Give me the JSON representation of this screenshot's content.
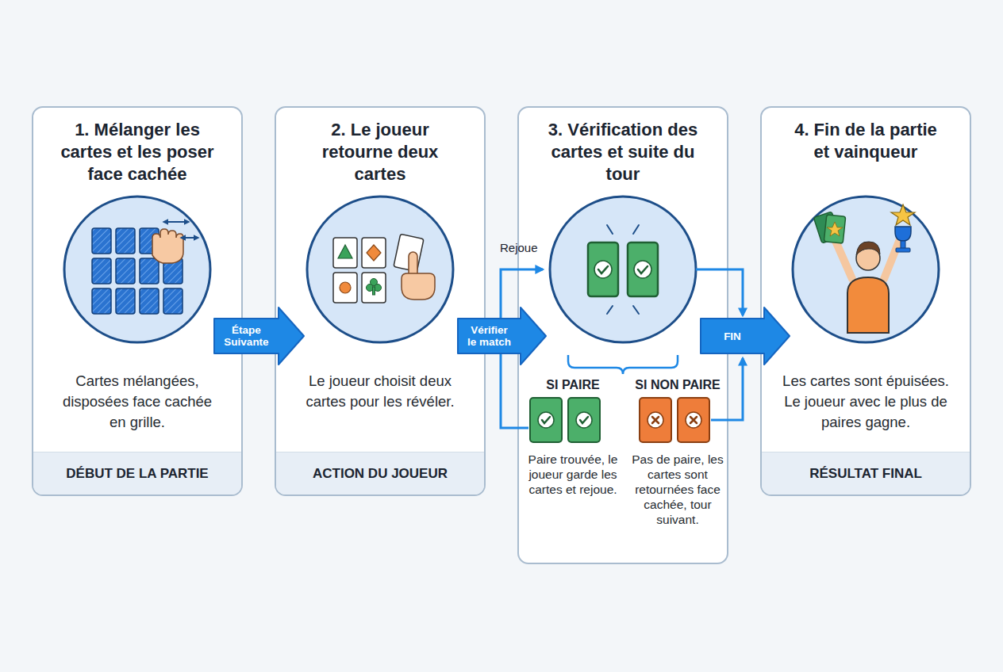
{
  "diagram": {
    "nodes": [
      {
        "text": [
          "1. Mélanger les cartes et les poser face cachée",
          "Cartes mélangées, disposées face cachée en grille."
        ]
      },
      {
        "text": [
          "DÉBUT DE LA PARTIE"
        ],
        "in": 0
      },
      {
        "text": [
          "2. Le joueur retourne deux cartes",
          "Le joueur choisit deux cartes pour les révéler."
        ]
      },
      {
        "text": [
          "ACTION DU JOUEUR"
        ],
        "in": 2
      },
      {
        "text": [
          "3. Vérification des cartes et suite du tour",
          "SI PAIRE",
          "Paire trouvée, le joueur garde les cartes et rejoue.",
          "SI NON PAIRE",
          "Pas de paire, les cartes sont retournées face cachée, tour suivant."
        ]
      },
      {
        "text": [
          "4. Fin de la partie et vainqueur",
          "Les cartes sont épuisées. Le joueur avec le plus de paires gagne."
        ]
      },
      {
        "text": [
          "RÉSULTAT FINAL"
        ],
        "in": 5
      }
    ],
    "edges": [
      {
        "from": 0,
        "to": 2,
        "label": "Étape Suivante",
        "arrow": "to"
      },
      {
        "from": 2,
        "to": 4,
        "label": "Vérifier le match",
        "arrow": "to"
      },
      {
        "from": 4,
        "to": 5,
        "label": "FIN",
        "arrow": "to"
      }
    ],
    "labels": [
      "Rejoue"
    ]
  }
}
